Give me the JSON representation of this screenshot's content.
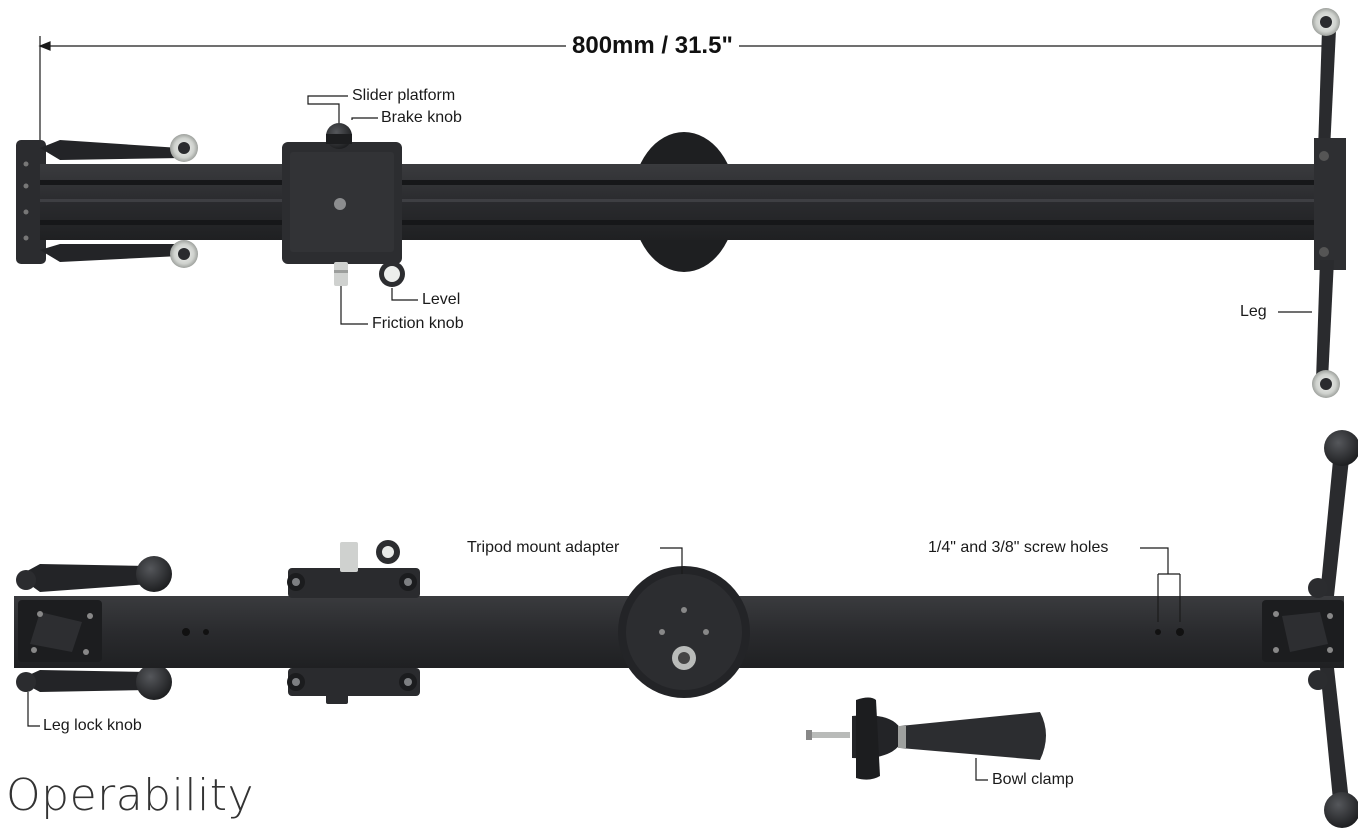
{
  "dimension": {
    "text": "800mm / 31.5\""
  },
  "labels": {
    "slider_platform": "Slider platform",
    "brake_knob": "Brake knob",
    "level": "Level",
    "friction_knob": "Friction knob",
    "leg": "Leg",
    "tripod_mount_adapter": "Tripod mount adapter",
    "screw_holes": "1/4\" and 3/8\" screw holes",
    "leg_lock_knob": "Leg lock knob",
    "bowl_clamp": "Bowl clamp"
  },
  "section": {
    "title": "Operability"
  },
  "colors": {
    "rail": "#2b2c2f",
    "rail_dark": "#1c1d1f",
    "rail_groove": "#151617",
    "wheel": "#d9dcd8",
    "leader": "#1a1a1a"
  }
}
